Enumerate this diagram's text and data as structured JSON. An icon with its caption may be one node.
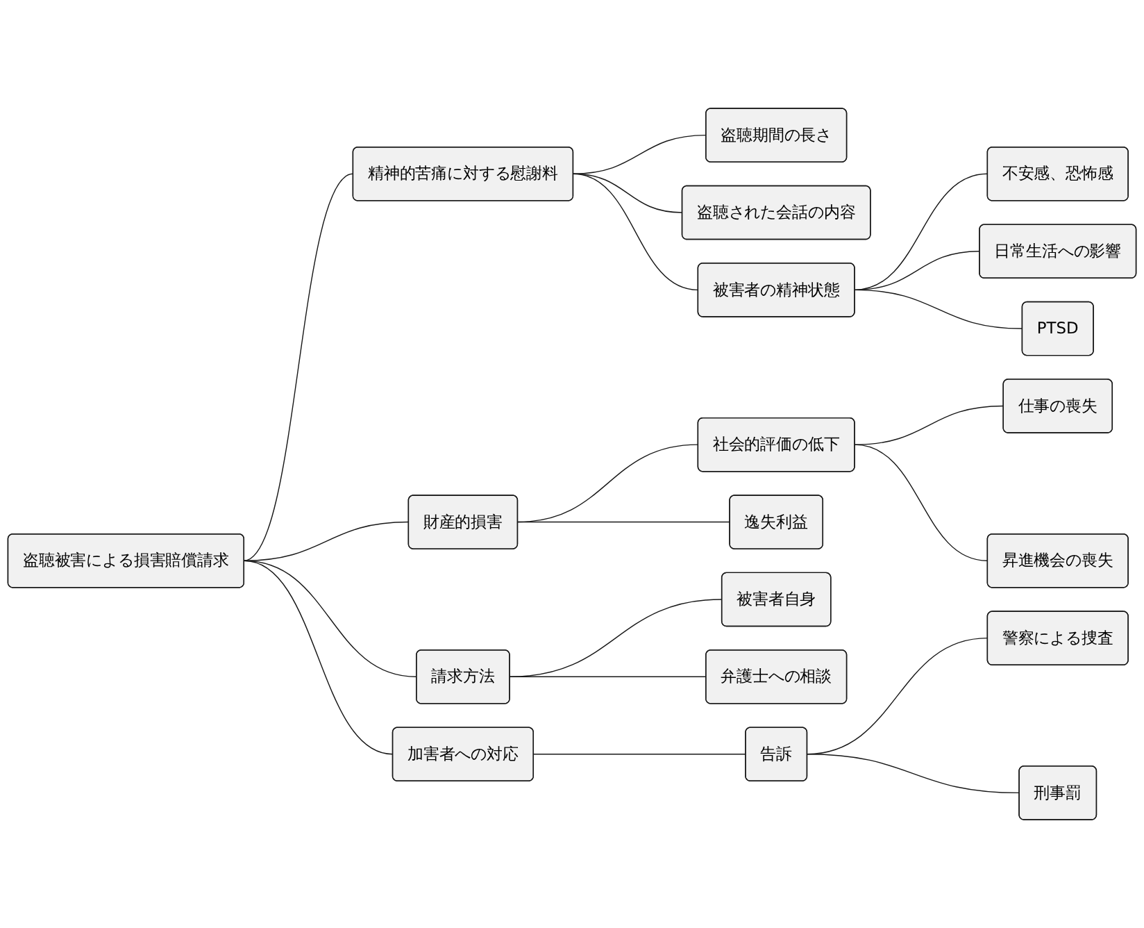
{
  "diagram": {
    "nodes": [
      {
        "text": [
          "盗聴被害による損害賠償請求"
        ]
      },
      {
        "text": [
          "精神的苦痛に対する慰謝料"
        ]
      },
      {
        "text": [
          "盗聴期間の長さ"
        ]
      },
      {
        "text": [
          "盗聴された会話の内容"
        ]
      },
      {
        "text": [
          "被害者の精神状態"
        ]
      },
      {
        "text": [
          "不安感、恐怖感"
        ]
      },
      {
        "text": [
          "日常生活への影響"
        ]
      },
      {
        "text": [
          "PTSD"
        ]
      },
      {
        "text": [
          "財産的損害"
        ]
      },
      {
        "text": [
          "社会的評価の低下"
        ]
      },
      {
        "text": [
          "仕事の喪失"
        ]
      },
      {
        "text": [
          "昇進機会の喪失"
        ]
      },
      {
        "text": [
          "逸失利益"
        ]
      },
      {
        "text": [
          "請求方法"
        ]
      },
      {
        "text": [
          "被害者自身"
        ]
      },
      {
        "text": [
          "弁護士への相談"
        ]
      },
      {
        "text": [
          "加害者への対応"
        ]
      },
      {
        "text": [
          "告訴"
        ]
      },
      {
        "text": [
          "警察による捜査"
        ]
      },
      {
        "text": [
          "刑事罰"
        ]
      }
    ],
    "edges": [
      {
        "from": 0,
        "to": 1,
        "arrow": "none"
      },
      {
        "from": 1,
        "to": 2,
        "arrow": "none"
      },
      {
        "from": 1,
        "to": 3,
        "arrow": "none"
      },
      {
        "from": 1,
        "to": 4,
        "arrow": "none"
      },
      {
        "from": 4,
        "to": 5,
        "arrow": "none"
      },
      {
        "from": 4,
        "to": 6,
        "arrow": "none"
      },
      {
        "from": 4,
        "to": 7,
        "arrow": "none"
      },
      {
        "from": 0,
        "to": 8,
        "arrow": "none"
      },
      {
        "from": 8,
        "to": 9,
        "arrow": "none"
      },
      {
        "from": 9,
        "to": 10,
        "arrow": "none"
      },
      {
        "from": 9,
        "to": 11,
        "arrow": "none"
      },
      {
        "from": 8,
        "to": 12,
        "arrow": "none"
      },
      {
        "from": 0,
        "to": 13,
        "arrow": "none"
      },
      {
        "from": 13,
        "to": 14,
        "arrow": "none"
      },
      {
        "from": 13,
        "to": 15,
        "arrow": "none"
      },
      {
        "from": 0,
        "to": 16,
        "arrow": "none"
      },
      {
        "from": 16,
        "to": 17,
        "arrow": "none"
      },
      {
        "from": 17,
        "to": 18,
        "arrow": "none"
      },
      {
        "from": 17,
        "to": 19,
        "arrow": "none"
      }
    ]
  }
}
